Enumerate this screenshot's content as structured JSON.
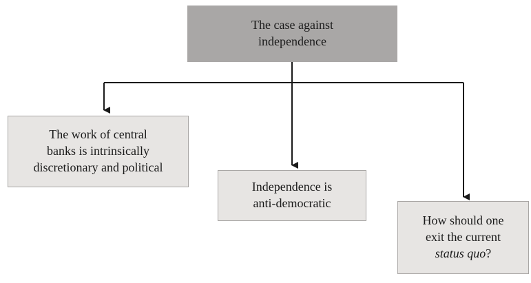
{
  "root": {
    "text": "The case against\nindependence"
  },
  "children": [
    {
      "text": "The work of central\nbanks is intrinsically\ndiscretionary and political"
    },
    {
      "text": "Independence is\nanti-democratic"
    },
    {
      "text_before": "How should one\nexit the current\n",
      "text_italic": "status quo",
      "text_after": "?"
    }
  ],
  "colors": {
    "root_fill": "#a9a7a6",
    "child_fill": "#e7e5e3",
    "line": "#1a1a1a"
  }
}
